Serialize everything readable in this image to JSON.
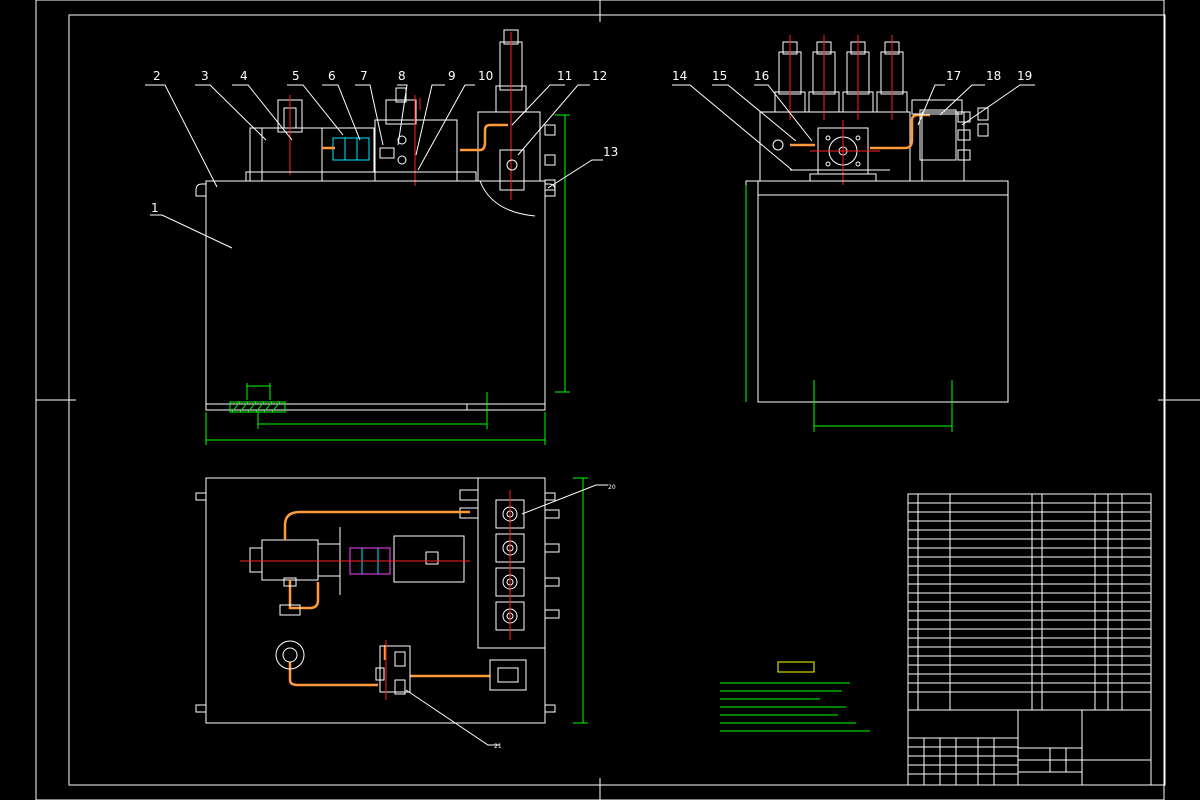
{
  "balloons": {
    "front": [
      "2",
      "3",
      "4",
      "5",
      "6",
      "7",
      "8",
      "9",
      "10",
      "11",
      "12",
      "13",
      "1"
    ],
    "side": [
      "14",
      "15",
      "16",
      "17",
      "18",
      "19"
    ],
    "plan": [
      "20",
      "21"
    ]
  },
  "colors": {
    "background": "#000000",
    "frame": "#ffffff",
    "centerline": "#ff2020",
    "dimension": "#00ff00",
    "hatch": "#00ff00",
    "pipe": "#ff9a3c",
    "text_highlight": "#ffff00"
  }
}
